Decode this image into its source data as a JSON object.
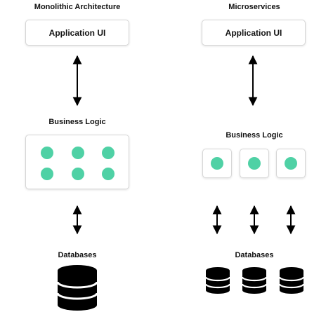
{
  "monolithic": {
    "title": "Monolithic Architecture",
    "ui_label": "Application UI",
    "business_label": "Business Logic",
    "db_label": "Databases",
    "service_count": 6,
    "database_count": 1
  },
  "microservices": {
    "title": "Microservices",
    "ui_label": "Application UI",
    "business_label": "Business Logic",
    "db_label": "Databases",
    "service_count": 3,
    "database_count": 3
  },
  "colors": {
    "service_dot": "#4fd1a5",
    "database": "#000000",
    "arrow": "#000000",
    "box_border": "#d6d6d6"
  },
  "icons": {
    "service": "service-dot-icon",
    "database": "database-cylinder-icon",
    "connection": "double-arrow-icon"
  }
}
